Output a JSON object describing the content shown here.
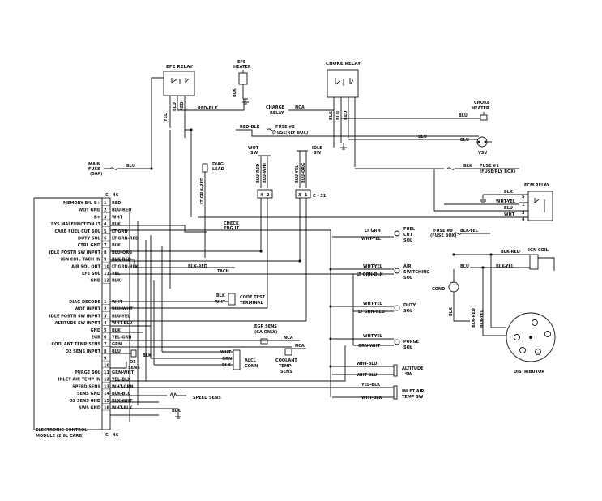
{
  "components": {
    "efe_relay": "EFE RELAY",
    "efe_heater": [
      "EFE",
      "HEATER"
    ],
    "choke_relay": "CHOKE RELAY",
    "choke_heater": [
      "CHOKE",
      "HEATER"
    ],
    "charge_relay": [
      "CHARGE",
      "RELAY"
    ],
    "main_fuse": [
      "MAIN",
      "FUSE",
      "(50A)"
    ],
    "fuse2": [
      "FUSE #2",
      "(FUSE/RLY BOX)"
    ],
    "fuse1": [
      "FUSE #1",
      "(FUSE/RLY BOX)"
    ],
    "fuse9": [
      "FUSE #9",
      "(FUSE BOX)"
    ],
    "vsv": "VSV",
    "wot_sw": [
      "WOT",
      "SW"
    ],
    "idle_sw": [
      "IDLE",
      "SW"
    ],
    "ecm_relay": "ECM RELAY",
    "ign_coil": "IGN COIL",
    "diag_lead": [
      "DIAG",
      "LEAD"
    ],
    "check_eng": [
      "CHECK",
      "ENG LT"
    ],
    "tach": "TACH",
    "code_test": [
      "CODE TEST",
      "TERMINAL"
    ],
    "egr_sens": [
      "EGR SENS",
      "(CA ONLY)"
    ],
    "alcl_conn": [
      "ALCL",
      "CONN"
    ],
    "coolant_temp_sens": [
      "COOLANT",
      "TEMP",
      "SENS"
    ],
    "o2_sens": [
      "O2",
      "SENS"
    ],
    "speed_sens": "SPEED SENS",
    "fuel_cut_sol": [
      "FUEL",
      "CUT",
      "SOL"
    ],
    "air_switching_sol": [
      "AIR",
      "SWITCHING",
      "SOL"
    ],
    "duty_sol": [
      "DUTY",
      "SOL"
    ],
    "purge_sol": [
      "PURGE",
      "SOL"
    ],
    "altitude_sw": [
      "ALTITUDE",
      "SW"
    ],
    "inlet_air_temp_sw": [
      "INLET AIR",
      "TEMP SW"
    ],
    "cond": "COND",
    "distributor": "DISTRIBUTOR",
    "ecm_title": [
      "ELECTRONIC CONTROL",
      "MODULE (2.6L CARB)"
    ],
    "conn_c46": "C - 46",
    "conn_c31": "C - 31",
    "nca": "NCA"
  },
  "ecm_pins": [
    {
      "num": "1",
      "label": "MEMORY B/U B+",
      "wire": "RED"
    },
    {
      "num": "2",
      "label": "WOT GND",
      "wire": "BLU-RED"
    },
    {
      "num": "3",
      "label": "B+",
      "wire": "WHT"
    },
    {
      "num": "4",
      "label": "SYS MALFUNCTION LT",
      "wire": "BLK"
    },
    {
      "num": "5",
      "label": "CARB FUEL CUT SOL",
      "wire": "LT GRN"
    },
    {
      "num": "6",
      "label": "DUTY SOL",
      "wire": "LT GRN-RED"
    },
    {
      "num": "7",
      "label": "CTRL GND",
      "wire": "BLK"
    },
    {
      "num": "8",
      "label": "IDLE POSTN SW INPUT",
      "wire": "BLU-ORG"
    },
    {
      "num": "9",
      "label": "IGN COIL TACH IN",
      "wire": "BLK-RED"
    },
    {
      "num": "10",
      "label": "AIR SOL OUT",
      "wire": "LT GRN-BLK"
    },
    {
      "num": "11",
      "label": "EFE SOL",
      "wire": "YEL"
    },
    {
      "num": "12",
      "label": "GND",
      "wire": "BLK"
    },
    {
      "num": "1",
      "label": "DIAG DECODE",
      "wire": "WHT"
    },
    {
      "num": "2",
      "label": "WOT INPUT",
      "wire": "BLU-WHT"
    },
    {
      "num": "3",
      "label": "IDLE POSTN SW INPUT",
      "wire": "BLU-YEL"
    },
    {
      "num": "4",
      "label": "ALTITUDE SW INPUT",
      "wire": "WHT-BLU"
    },
    {
      "num": "5",
      "label": "GND",
      "wire": "BLK"
    },
    {
      "num": "6",
      "label": "EGR",
      "wire": "YEL-GRN"
    },
    {
      "num": "7",
      "label": "COOLANT TEMP SENS",
      "wire": "GRN"
    },
    {
      "num": "8",
      "label": "O2 SENS INPUT",
      "wire": "BLU"
    },
    {
      "num": "9",
      "label": "",
      "wire": ""
    },
    {
      "num": "10",
      "label": "",
      "wire": ""
    },
    {
      "num": "11",
      "label": "PURGE SOL",
      "wire": "GRN-WHT"
    },
    {
      "num": "12",
      "label": "INLET AIR TEMP IN",
      "wire": "YEL-BLK"
    },
    {
      "num": "13",
      "label": "SPEED SENS",
      "wire": "WHT-GRN"
    },
    {
      "num": "14",
      "label": "SENS GND",
      "wire": "BLK-BLU"
    },
    {
      "num": "15",
      "label": "O2 SENS GND",
      "wire": "BLK-WHT"
    },
    {
      "num": "16",
      "label": "SWS GND",
      "wire": "WHT-BLK"
    }
  ],
  "wires": {
    "red_blk": "RED-BLK",
    "red_blk2": "RED-BLK",
    "blu_top": "BLU",
    "blu_top2": "BLU",
    "blu_main": "BLU",
    "blk_fuse1": "BLK",
    "blk_ecm": "BLK",
    "blk_relay": "BLK",
    "wht_yel_relay": "WHT-YEL",
    "blu_relay": "BLU",
    "wht_relay": "WHT",
    "lt_grn_fuel": "LT GRN",
    "wht_yel_fuel": "WHT-YEL",
    "blk_yel_fuse9": "BLK-YEL",
    "blk_red_coil": "BLK-RED",
    "blu_coil": "BLU",
    "blk_yel_coil": "BLK-YEL",
    "wht_yel_air": "WHT-YEL",
    "lt_grn_blk_air": "LT GRN-BLK",
    "wht_yel_duty": "WHT-YEL",
    "lt_grn_red_duty": "LT GRN-RED",
    "wht_yel_purge": "WHT-YEL",
    "grn_wht_purge": "GRN-WHT",
    "wht_blu_alt": "WHT-BLU",
    "wht_blu_alt2": "WHT-BLU",
    "yel_blk_inlet": "YEL-BLK",
    "wht_blk_inlet": "WHT-BLK",
    "blk_red_tach": "BLK-RED",
    "lt_grn_red_diag": "LT GRN-RED",
    "blu_red_sw": "BLU-RED",
    "blu_wht_sw": "BLU-WHT",
    "blu_yel_sw": "BLU-YEL",
    "blu_org_sw": "BLU-ORG",
    "blk_code": "BLK",
    "wht_code": "WHT",
    "wht_alcl": "WHT",
    "grn_alcl": "GRN",
    "blk_alcl": "BLK",
    "blk_o2": "BLK",
    "yel_efe": "YEL",
    "blu_efe": "BLU",
    "red_efe": "RED",
    "blk_efe_heater": "BLK",
    "blk_choke": "BLK",
    "blu_choke": "BLU",
    "red_choke": "RED",
    "blk_cond": "BLK",
    "blk_red_dist": "BLK-RED",
    "blk_yel_dist": "BLK-YEL",
    "blk_lower": "BLK",
    "blu_main_fuse": "BLU",
    "c31_pins": [
      "3",
      "1"
    ],
    "c46_pins": [
      "4",
      "2"
    ]
  }
}
